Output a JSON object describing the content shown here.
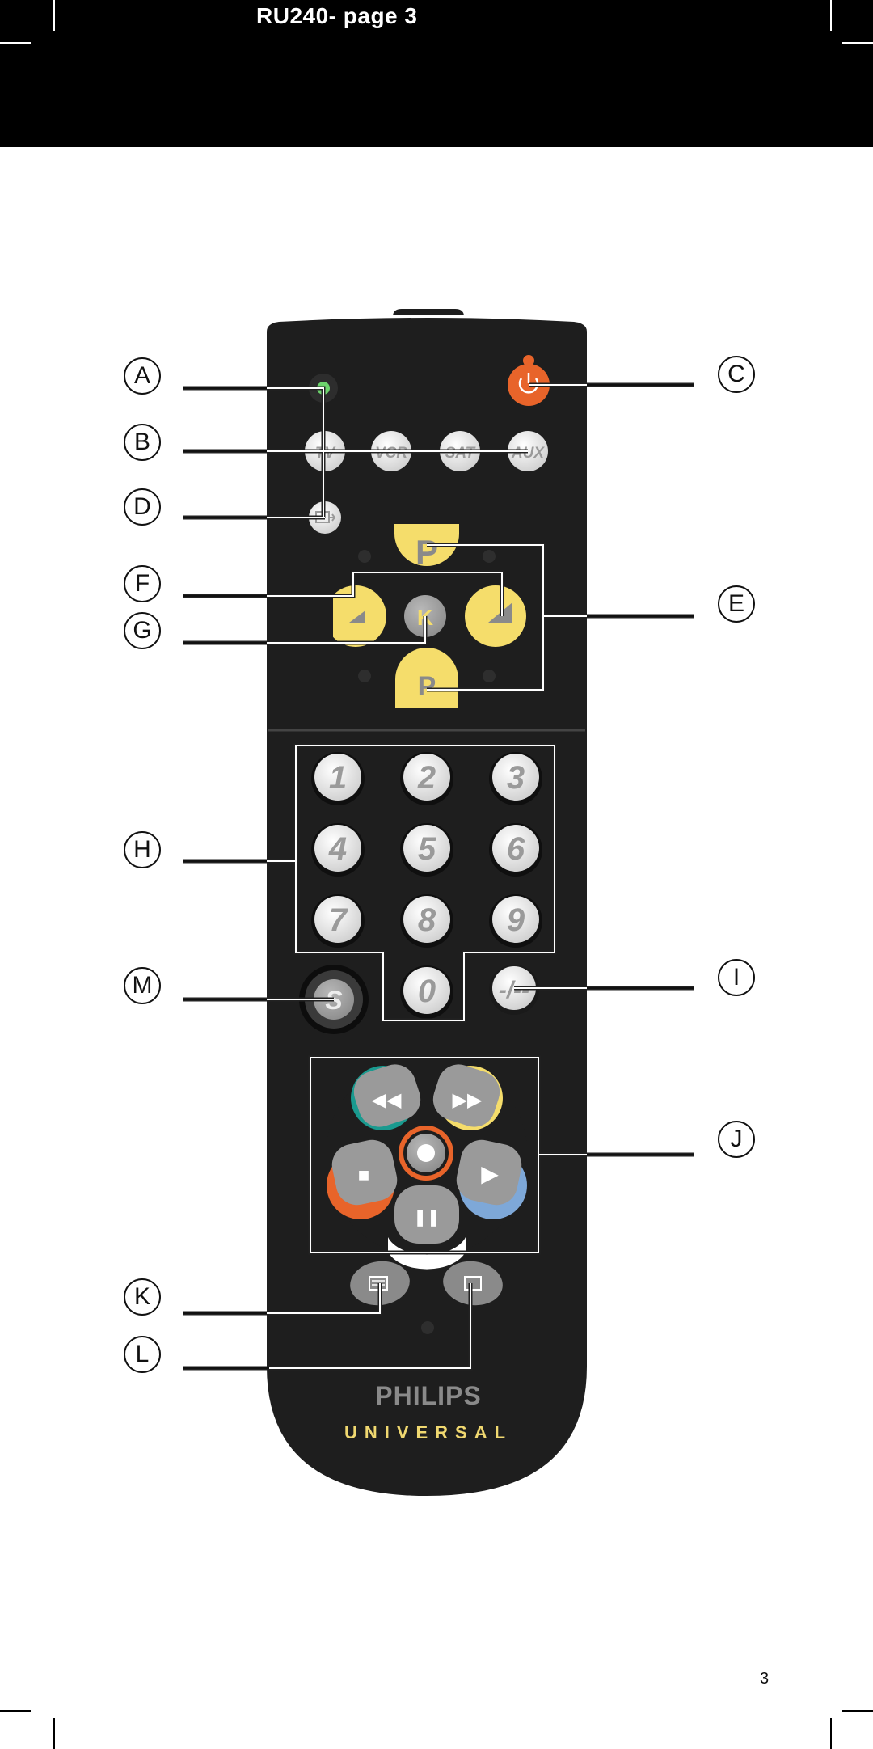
{
  "header": {
    "title": "RU240- page  3"
  },
  "remote": {
    "source_buttons": [
      "TV",
      "VCR",
      "SAT",
      "AUX"
    ],
    "program_label": "P",
    "mute_label": "K",
    "keypad": [
      "1",
      "2",
      "3",
      "4",
      "5",
      "6",
      "7",
      "8",
      "9",
      "0"
    ],
    "dash_label": "-/--",
    "smart_label": "S",
    "rewind_symbol": "◀◀",
    "forward_symbol": "▶▶",
    "stop_symbol": "■",
    "play_symbol": "▶",
    "pause_symbol": "❚❚",
    "brand": "PHILIPS",
    "series": "UNIVERSAL"
  },
  "callouts": {
    "a": "A",
    "b": "B",
    "c": "C",
    "d": "D",
    "e": "E",
    "f": "F",
    "g": "G",
    "h": "H",
    "i": "I",
    "j": "J",
    "k": "K",
    "l": "L",
    "m": "M"
  },
  "colors": {
    "remote_body": "#1e1e1e",
    "yellow_button": "#f5dd6b",
    "power_orange": "#e8642a",
    "led_green": "#6cd36c",
    "brand_gray": "#8a8a8a",
    "series_yellow": "#f0d870",
    "teal_arc": "#1a9a8f",
    "blue_arc": "#7ea8d8"
  },
  "page_number": "3"
}
